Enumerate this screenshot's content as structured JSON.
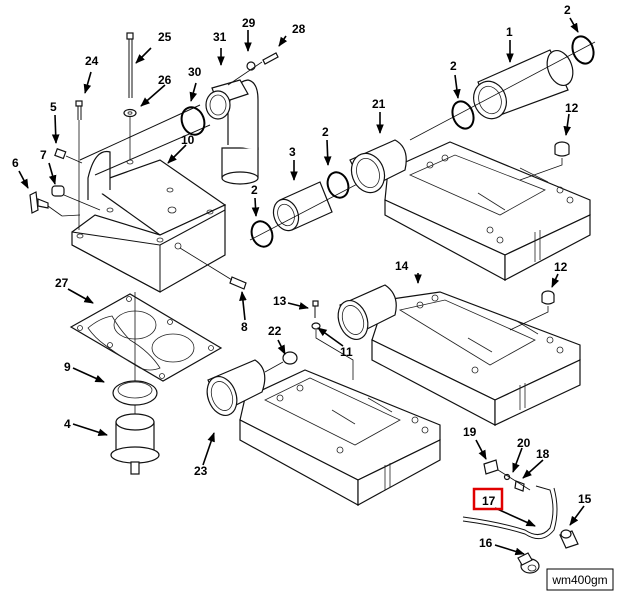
{
  "figure": {
    "code": "wm400gm",
    "highlighted_callout": "17",
    "highlight_color": "#e00000"
  },
  "callouts": {
    "c1": "1",
    "c2a": "2",
    "c2b": "2",
    "c2c": "2",
    "c2d": "2",
    "c3": "3",
    "c4": "4",
    "c5": "5",
    "c6": "6",
    "c7": "7",
    "c8": "8",
    "c9": "9",
    "c10": "10",
    "c11": "11",
    "c12a": "12",
    "c12b": "12",
    "c13": "13",
    "c14": "14",
    "c15": "15",
    "c16": "16",
    "c17": "17",
    "c18": "18",
    "c19": "19",
    "c20": "20",
    "c21": "21",
    "c22": "22",
    "c23": "23",
    "c24": "24",
    "c25": "25",
    "c26": "26",
    "c27": "27",
    "c28": "28",
    "c29": "29",
    "c30": "30",
    "c31": "31"
  }
}
